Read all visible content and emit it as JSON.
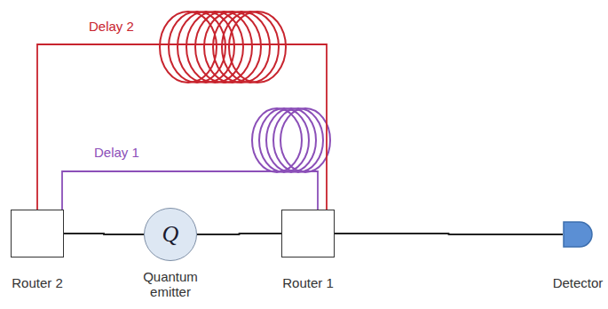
{
  "diagram": {
    "nodes": [
      {
        "text": [
          "Router 2"
        ]
      },
      {
        "text": [
          "Q",
          "Quantum emitter"
        ]
      },
      {
        "text": [
          "Router 1"
        ]
      },
      {
        "text": [
          "Detector"
        ]
      }
    ],
    "edges": [
      {
        "from": 0,
        "to": 1,
        "arrow": "none"
      },
      {
        "from": 1,
        "to": 2,
        "arrow": "none"
      },
      {
        "from": 2,
        "to": 3,
        "arrow": "none"
      },
      {
        "from": 0,
        "to": 2,
        "label": "Delay 1",
        "arrow": "none"
      },
      {
        "from": 0,
        "to": 2,
        "label": "Delay 2",
        "arrow": "none"
      }
    ]
  }
}
